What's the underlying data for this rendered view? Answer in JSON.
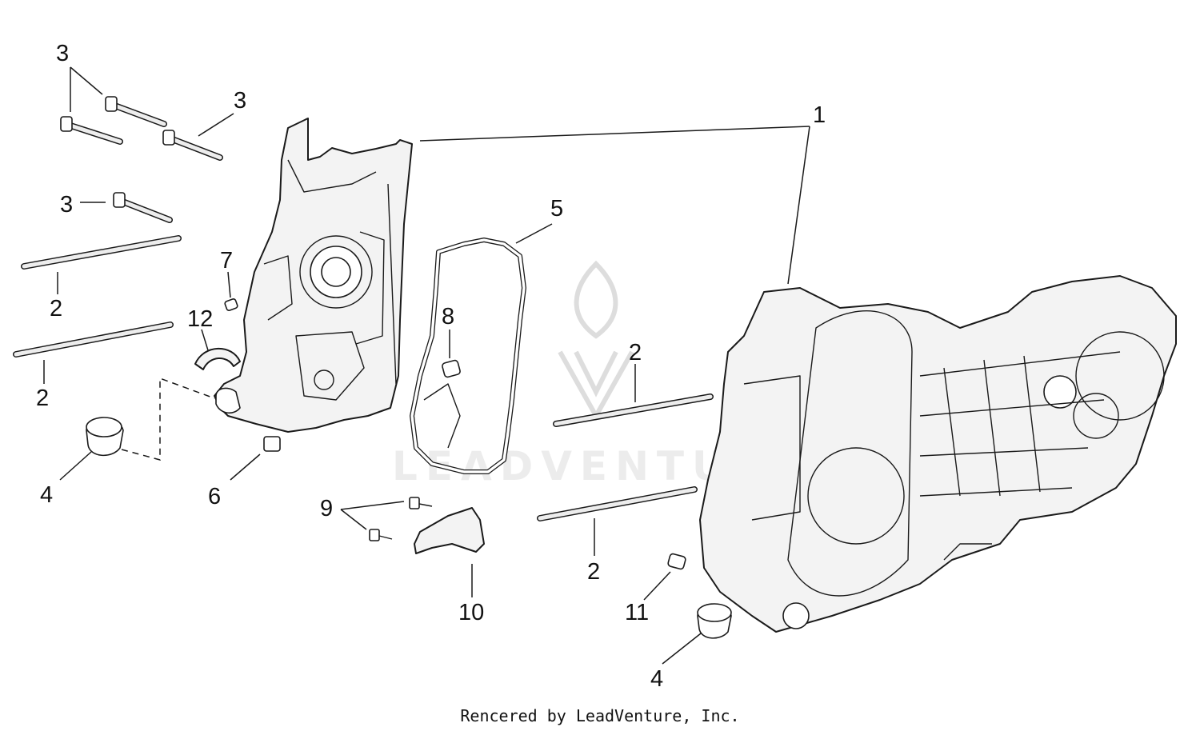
{
  "diagram": {
    "callouts": [
      {
        "id": "c-3a",
        "label": "3"
      },
      {
        "id": "c-3b",
        "label": "3"
      },
      {
        "id": "c-3c",
        "label": "3"
      },
      {
        "id": "c-1",
        "label": "1"
      },
      {
        "id": "c-5",
        "label": "5"
      },
      {
        "id": "c-7",
        "label": "7"
      },
      {
        "id": "c-2a",
        "label": "2"
      },
      {
        "id": "c-12",
        "label": "12"
      },
      {
        "id": "c-8",
        "label": "8"
      },
      {
        "id": "c-2b",
        "label": "2"
      },
      {
        "id": "c-2c",
        "label": "2"
      },
      {
        "id": "c-4a",
        "label": "4"
      },
      {
        "id": "c-6",
        "label": "6"
      },
      {
        "id": "c-9",
        "label": "9"
      },
      {
        "id": "c-2d",
        "label": "2"
      },
      {
        "id": "c-10",
        "label": "10"
      },
      {
        "id": "c-11",
        "label": "11"
      },
      {
        "id": "c-4b",
        "label": "4"
      }
    ],
    "watermark": "LEADVENTURE",
    "credit": "Rencered by LeadVenture, Inc."
  }
}
